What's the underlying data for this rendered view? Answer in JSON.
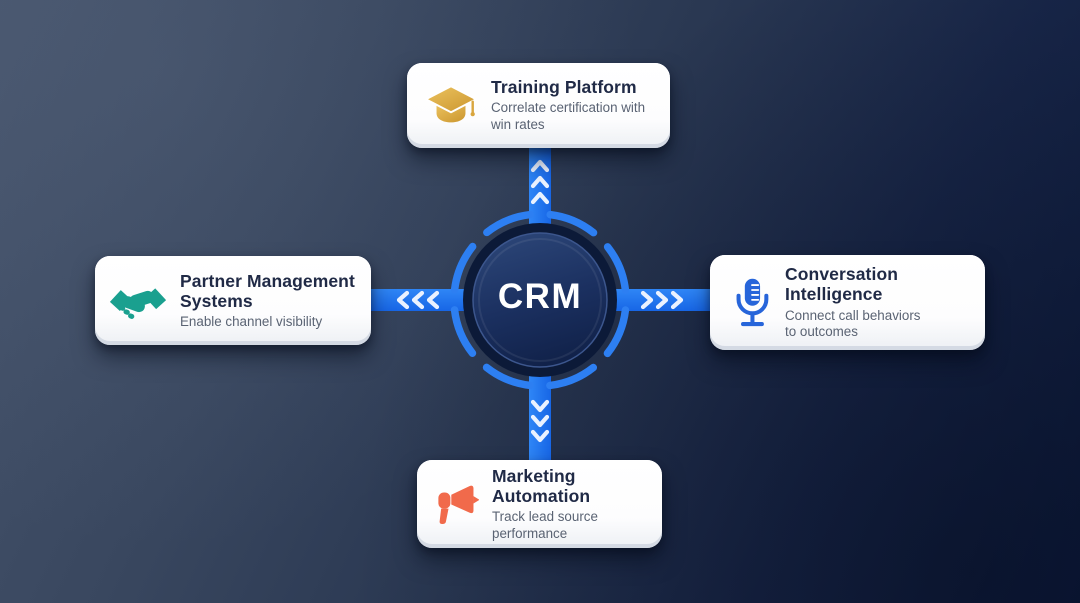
{
  "center": {
    "label": "CRM"
  },
  "nodes": [
    {
      "id": "training-platform",
      "title": "Training Platform",
      "description": "Correlate certification with win rates",
      "icon": "graduation-cap-icon",
      "accent": "#D9A63E",
      "position": "top"
    },
    {
      "id": "partner-management-systems",
      "title": "Partner Management Systems",
      "description": "Enable channel visibility",
      "icon": "handshake-icon",
      "accent": "#1AA08F",
      "position": "left"
    },
    {
      "id": "conversation-intelligence",
      "title": "Conversation Intelligence",
      "description": "Connect call behaviors to outcomes",
      "icon": "microphone-icon",
      "accent": "#2765DA",
      "position": "right"
    },
    {
      "id": "marketing-automation",
      "title": "Marketing Automation",
      "description": "Track lead source performance",
      "icon": "megaphone-icon",
      "accent": "#F16A4B",
      "position": "bottom"
    }
  ],
  "colors": {
    "background_start": "#46546C",
    "background_end": "#0D1B3D",
    "connector_blue": "#1E74EE",
    "dashed_ring_blue": "#2D7FF2",
    "hub_fill": "#1B3060",
    "hub_bezel": "#0C1A38",
    "chevron": "#EAF2FF",
    "card_background": "#FFFFFF",
    "card_title": "#202A46",
    "card_subtitle": "#5A6373",
    "crm_text": "#FFFFFF"
  }
}
